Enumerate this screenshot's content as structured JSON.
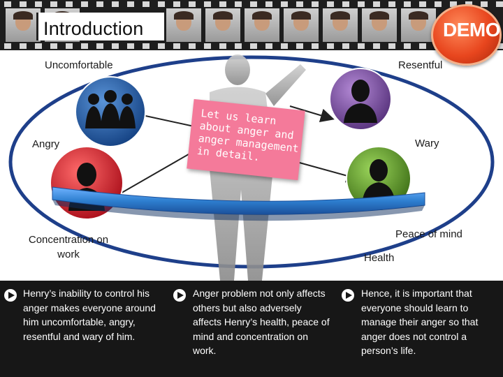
{
  "slide": {
    "title": "Introduction",
    "badge": "DEMO"
  },
  "diagram": {
    "labels": {
      "uncomfortable": "Uncomfortable",
      "resentful": "Resentful",
      "angry": "Angry",
      "wary": "Wary",
      "concentration": "Concentration on work",
      "peace_of_mind": "Peace of mind",
      "health": "Health"
    },
    "note": {
      "lines": [
        "Let us learn",
        "about anger and",
        "anger management",
        "in detail."
      ]
    },
    "colors": {
      "uncomfortable": "#1f5aa6",
      "resentful": "#7a4fa0",
      "angry": "#d81e2a",
      "wary": "#5e9a2a",
      "band": "#2e7fd0",
      "ellipse": "#1e3f8a",
      "note": "#f47a9a"
    }
  },
  "points": [
    "Henry’s inability to control his anger makes everyone around him uncomfortable, angry,  resentful and wary of him.",
    "Anger problem not only affects others but also adversely affects Henry’s health, peace of mind and concentration on work.",
    "Hence, it is important that everyone should learn to manage their anger so that anger does not control a person’s life."
  ]
}
